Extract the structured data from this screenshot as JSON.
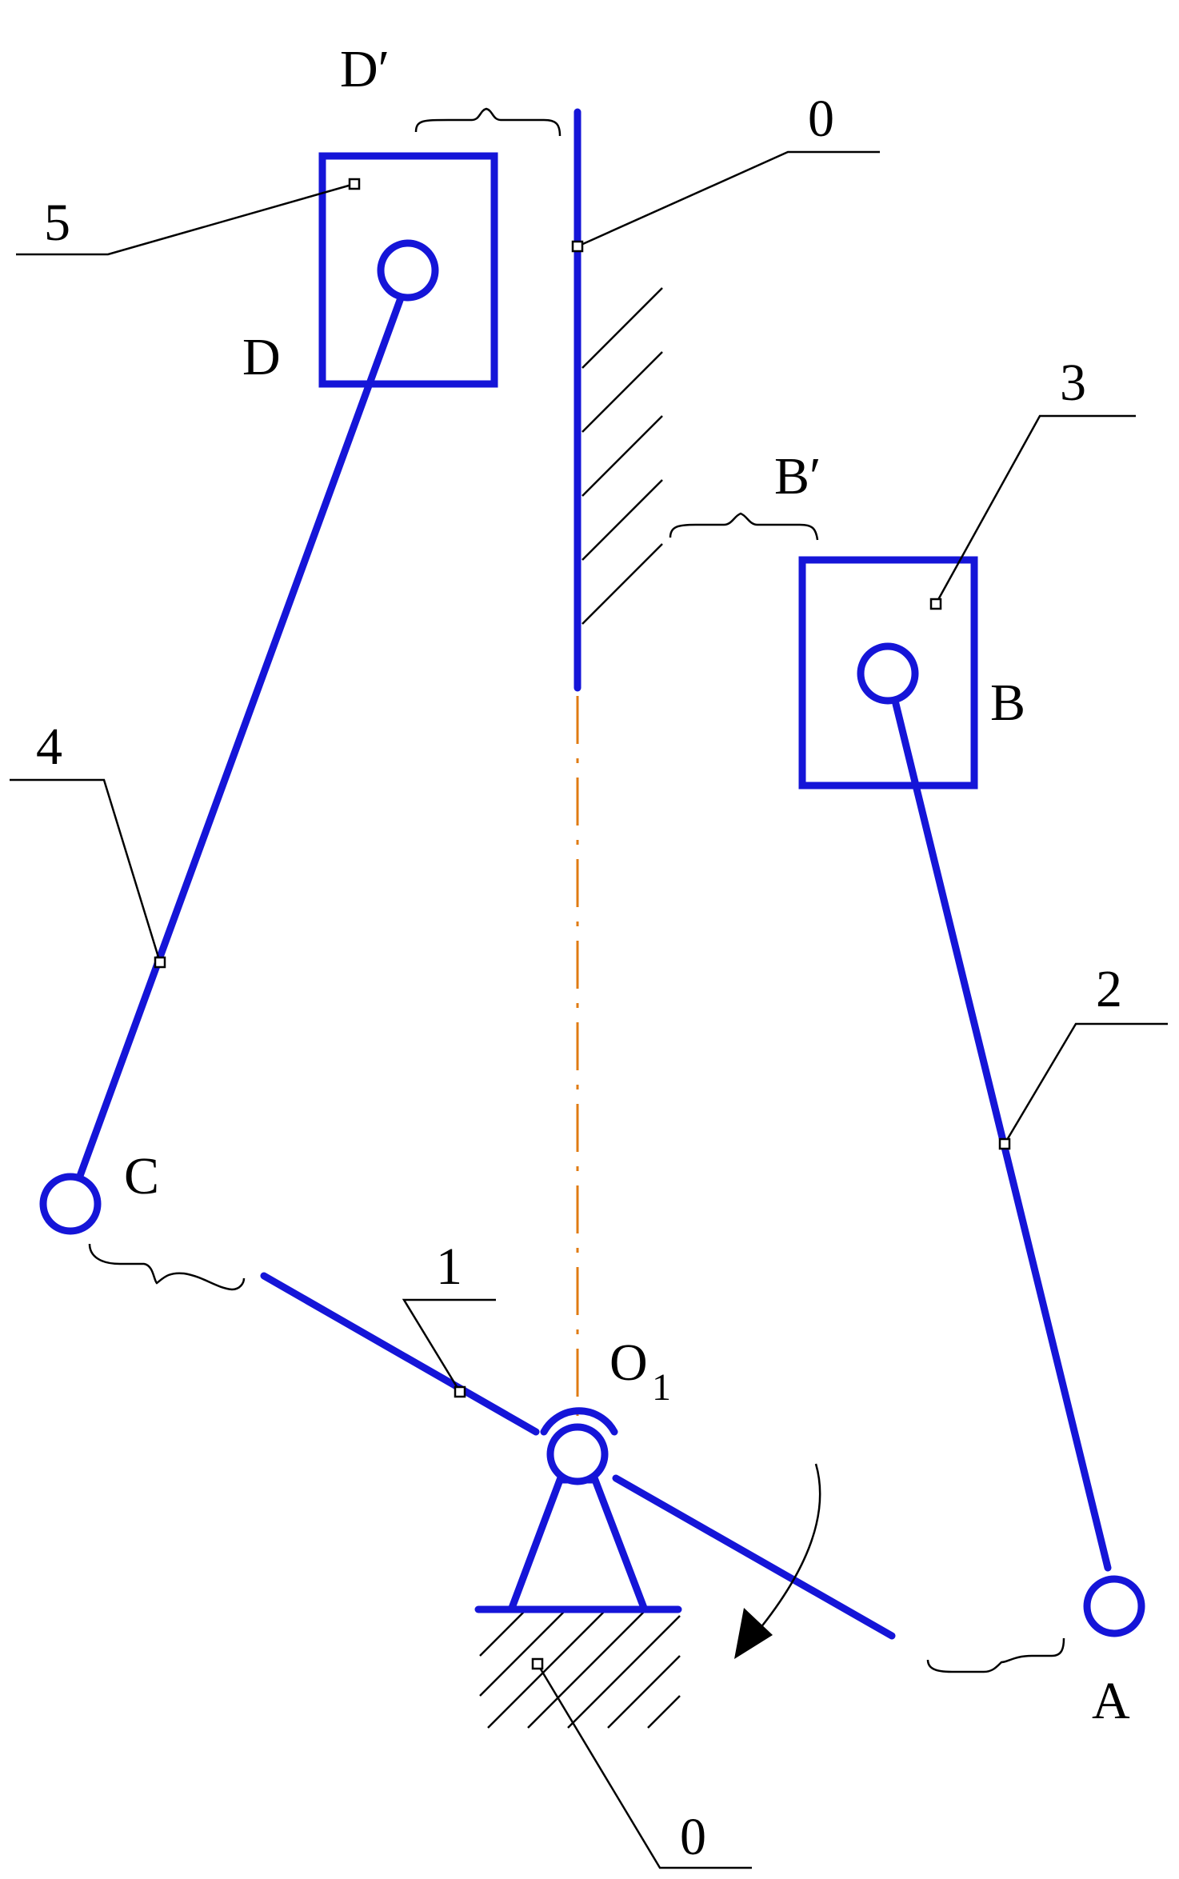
{
  "labels": {
    "D_prime": "D′",
    "B_prime": "B′",
    "D": "D",
    "B": "B",
    "C": "C",
    "A": "A",
    "O1": "O",
    "O1_sub": "1"
  },
  "leaders": {
    "frame_top": "0",
    "slider_5": "5",
    "slider_3": "3",
    "link_4": "4",
    "link_2": "2",
    "crank_1": "1",
    "frame_bottom": "0"
  },
  "colors": {
    "link": "#1515d8",
    "axis": "#e07b12",
    "line": "#000000"
  }
}
